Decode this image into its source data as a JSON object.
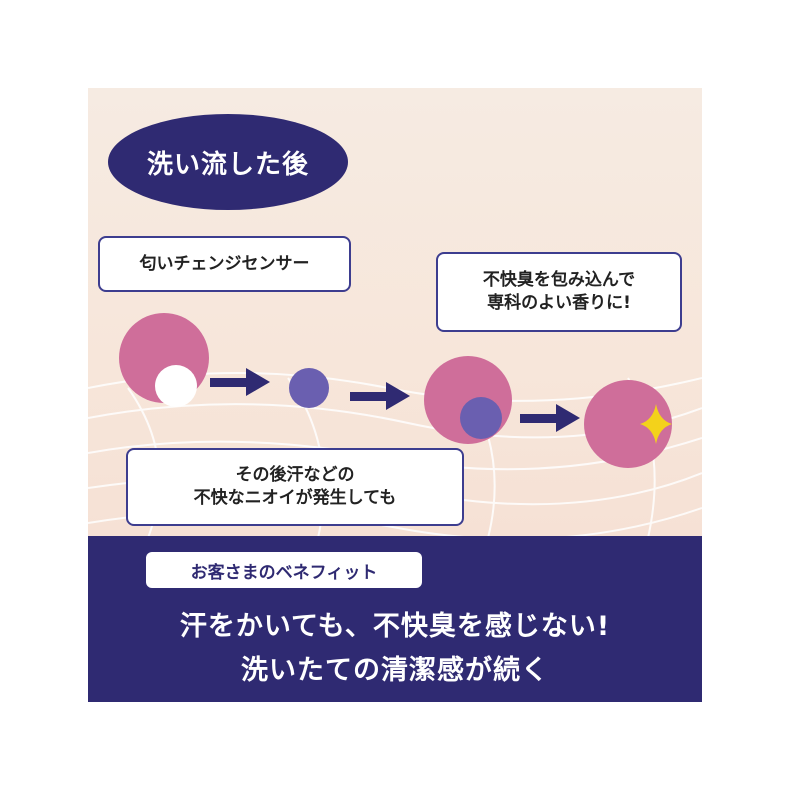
{
  "title": "洗い流した後",
  "bubbles": {
    "sensor": "匂いチェンジセンサー",
    "fragrance_line1": "不快臭を包み込んで",
    "fragrance_line2": "専科のよい香りに!",
    "sweat_line1": "その後汗などの",
    "sweat_line2": "不快なニオイが発生しても"
  },
  "benefit": {
    "label": "お客さまのベネフィット",
    "line1": "汗をかいても、不快臭を感じない!",
    "line2": "洗いたての清潔感が続く"
  },
  "colors": {
    "navy": "#2f2a72",
    "capsule_pink": "#cf6e9a",
    "odor_purple": "#6a5fb0",
    "arrow": "#2f2a72",
    "sparkle": "#f3d21b",
    "background": "#f6ebe2"
  },
  "icons": [
    "sparkle-icon",
    "arrow-right-icon"
  ]
}
